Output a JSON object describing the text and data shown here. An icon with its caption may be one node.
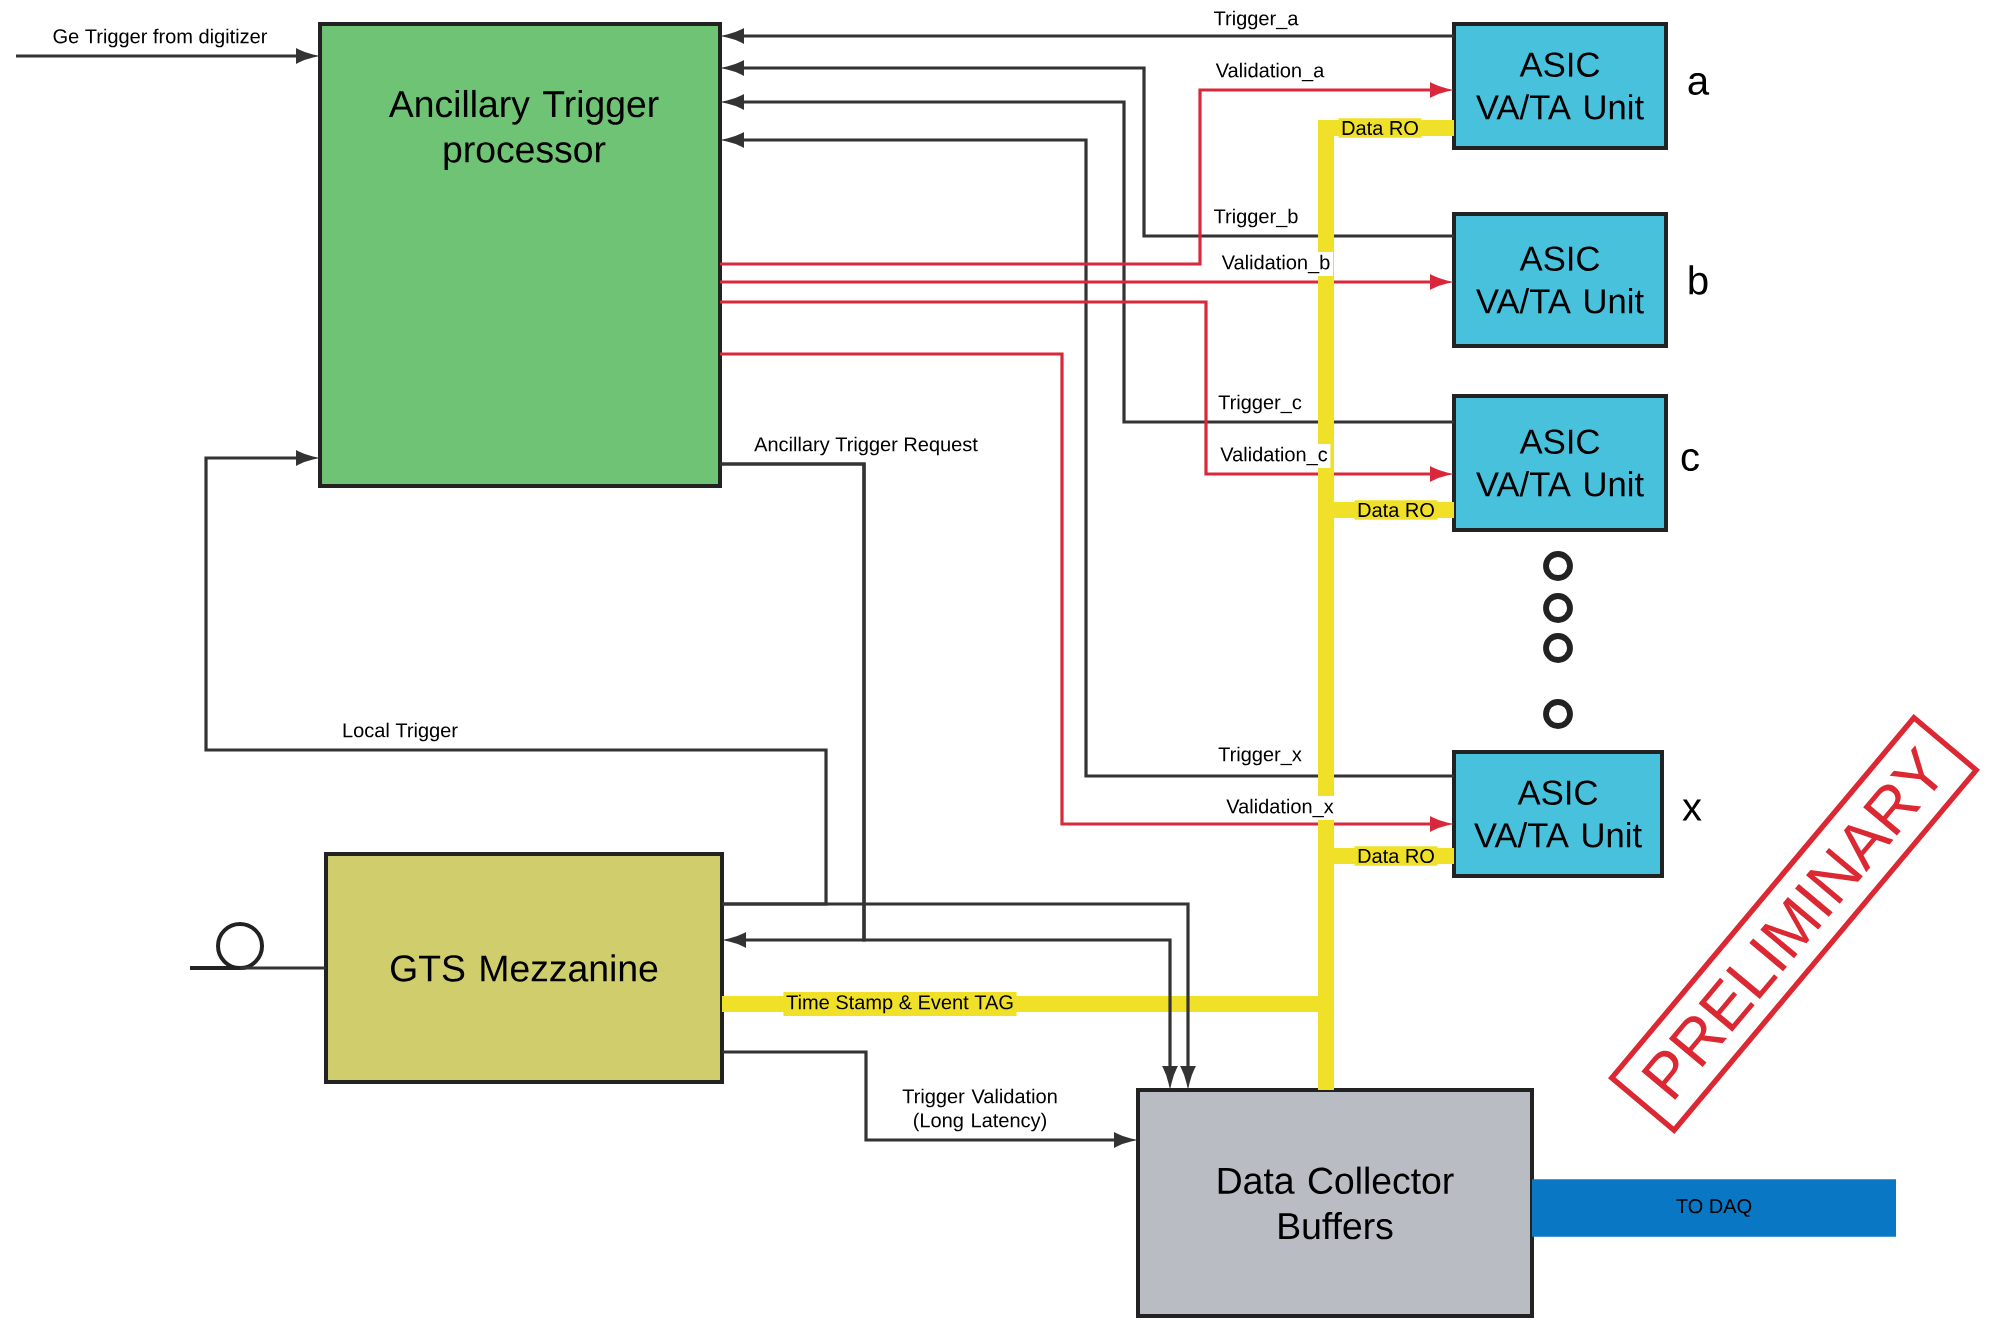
{
  "diagram": {
    "nodes": [
      {
        "text": [
          "Ancillary Trigger processor"
        ]
      },
      {
        "text": [
          "ASIC VA/TA Unit"
        ],
        "beside": [
          "a"
        ]
      },
      {
        "text": [
          "ASIC VA/TA Unit"
        ],
        "beside": [
          "b"
        ]
      },
      {
        "text": [
          "ASIC VA/TA Unit"
        ],
        "beside": [
          "c"
        ]
      },
      {
        "text": [
          "ASIC VA/TA Unit"
        ],
        "beside": [
          "x"
        ]
      },
      {
        "text": [
          "GTS Mezzanine"
        ]
      },
      {
        "text": [
          "Data Collector Buffers"
        ]
      },
      {
        "text": [],
        "shape": "circle"
      }
    ],
    "edges": [
      {
        "from": null,
        "to": 0,
        "arrow": "to",
        "label": "Ge Trigger from digitizer"
      },
      {
        "from": 1,
        "to": 0,
        "arrow": "to",
        "label": "Trigger_a"
      },
      {
        "from": 2,
        "to": 0,
        "arrow": "to",
        "label": "Trigger_b"
      },
      {
        "from": 3,
        "to": 0,
        "arrow": "to",
        "label": "Trigger_c"
      },
      {
        "from": 4,
        "to": 0,
        "arrow": "to",
        "label": "Trigger_x"
      },
      {
        "from": 0,
        "to": 1,
        "arrow": "to",
        "label": "Validation_a",
        "color": "#d9283c"
      },
      {
        "from": 0,
        "to": 2,
        "arrow": "to",
        "label": "Validation_b",
        "color": "#d9283c"
      },
      {
        "from": 0,
        "to": 3,
        "arrow": "to",
        "label": "Validation_c",
        "color": "#d9283c"
      },
      {
        "from": 0,
        "to": 4,
        "arrow": "to",
        "label": "Validation_x",
        "color": "#d9283c"
      },
      {
        "from": 1,
        "to": 6,
        "arrow": "none",
        "label": "Data RO",
        "style": "thick",
        "color": "#f0e128"
      },
      {
        "from": 3,
        "to": 6,
        "arrow": "none",
        "label": "Data RO",
        "style": "thick",
        "color": "#f0e128"
      },
      {
        "from": 4,
        "to": 6,
        "arrow": "none",
        "label": "Data RO",
        "style": "thick",
        "color": "#f0e128"
      },
      {
        "from": 5,
        "to": 6,
        "arrow": "none",
        "label": "Time Stamp & Event TAG",
        "style": "thick",
        "color": "#f0e128"
      },
      {
        "from": 0,
        "to": 5,
        "arrow": "to",
        "label": "Ancillary Trigger Request"
      },
      {
        "from": 0,
        "to": 6,
        "arrow": "to"
      },
      {
        "from": 5,
        "to": 0,
        "arrow": "to",
        "label": "Local Trigger"
      },
      {
        "from": 5,
        "to": 6,
        "arrow": "to"
      },
      {
        "from": 5,
        "to": 6,
        "arrow": "to",
        "label": "Trigger Validation (Long Latency)"
      },
      {
        "from": 6,
        "to": null,
        "arrow": "none",
        "label": "TO DAQ",
        "style": "thick",
        "color": "#0a77c4"
      },
      {
        "from": 7,
        "to": 5,
        "arrow": "none"
      }
    ],
    "labels": [
      "PRELIMINARY"
    ]
  }
}
